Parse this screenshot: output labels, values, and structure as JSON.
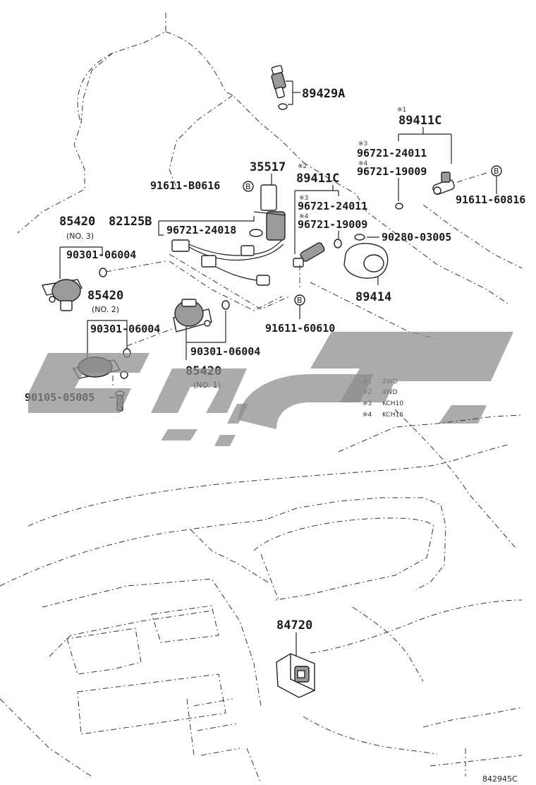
{
  "parts": {
    "p89429A": "89429A",
    "p89411C_top": "89411C",
    "p96721_24011_a": "96721-24011",
    "p96721_19009_a": "96721-19009",
    "p91611_60816": "91611-60816",
    "p35517": "35517",
    "p89411C_mid": "89411C",
    "p91611_B0616": "91611-B0616",
    "p96721_24011_b": "96721-24011",
    "p96721_19009_b": "96721-19009",
    "p90280_03005": "90280-03005",
    "p85420_a": "85420",
    "p82125B": "82125B",
    "p96721_24018": "96721-24018",
    "p90301_06004_a": "90301-06004",
    "p85420_b": "85420",
    "p90301_06004_b": "90301-06004",
    "p89414": "89414",
    "p91611_60610": "91611-60610",
    "p90301_06004_c": "90301-06004",
    "p85420_c": "85420",
    "p90105_05005": "90105-05005",
    "p84720": "84720"
  },
  "sub": {
    "no3": "(NO. 3)",
    "no2": "(NO. 2)",
    "no1": "(NO. 1)"
  },
  "marks": {
    "m1": "※1",
    "m2": "※2",
    "m3": "※3",
    "m4": "※4",
    "m3b": "※3",
    "m4b": "※4"
  },
  "bolt_letter": "B",
  "legend": [
    {
      "mark": "※1",
      "text": "2WD"
    },
    {
      "mark": "※2",
      "text": "4WD"
    },
    {
      "mark": "※3",
      "text": "KCH10"
    },
    {
      "mark": "※4",
      "text": "KCH16"
    }
  ],
  "figure_code": "842945C",
  "watermark_color": "#8a8a8a"
}
